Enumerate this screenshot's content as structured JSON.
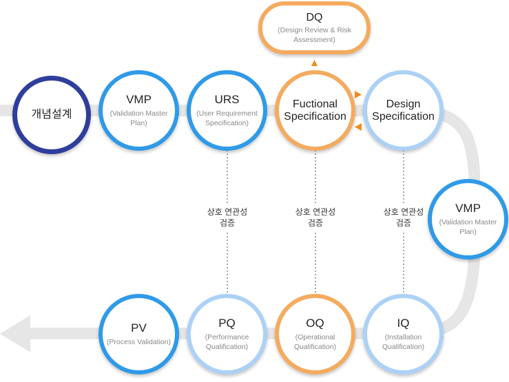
{
  "nodes": {
    "concept": {
      "title": "개념설계"
    },
    "vmp_top": {
      "title": "VMP",
      "subtitle": "(Validation Master Plan)"
    },
    "urs": {
      "title": "URS",
      "subtitle": "(User Requirement Specification)"
    },
    "fs": {
      "title": "Fuctional Specification"
    },
    "ds": {
      "title": "Design Specification"
    },
    "dq": {
      "title": "DQ",
      "subtitle": "(Design Review & Risk Assessment)"
    },
    "vmp_right": {
      "title": "VMP",
      "subtitle": "(Validation Master Plan)"
    },
    "iq": {
      "title": "IQ",
      "subtitle": "(Installation Qualification)"
    },
    "oq": {
      "title": "OQ",
      "subtitle": "(Operational Qualification)"
    },
    "pq": {
      "title": "PQ",
      "subtitle": "(Performance Qualification)"
    },
    "pv": {
      "title": "PV",
      "subtitle": "(Process Validation)"
    }
  },
  "links": {
    "label": "상호 연관성\n검증"
  },
  "colors": {
    "blue": "#2f9ae8",
    "light_blue": "#acd1f6",
    "orange": "#f4ab5f",
    "navy": "#2f3e9c",
    "track": "#e6e6e6",
    "arrow_accent": "#f08a1c"
  }
}
